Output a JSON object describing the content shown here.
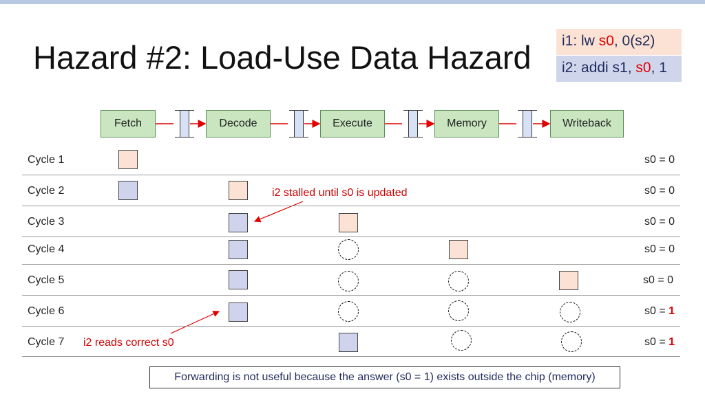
{
  "title": "Hazard #2: Load-Use Data Hazard",
  "instructions": {
    "i1": {
      "prefix": "i1: lw ",
      "reg": "s0",
      "suffix": ", 0(s2)"
    },
    "i2": {
      "prefix": "i2: addi s1, ",
      "reg": "s0",
      "suffix": ", 1"
    }
  },
  "stages": [
    "Fetch",
    "Decode",
    "Execute",
    "Memory",
    "Writeback"
  ],
  "cycles": [
    {
      "label": "Cycle 1",
      "s0_prefix": "s0 = ",
      "s0_value": "0"
    },
    {
      "label": "Cycle 2",
      "s0_prefix": "s0 = ",
      "s0_value": "0"
    },
    {
      "label": "Cycle 3",
      "s0_prefix": "s0 = ",
      "s0_value": "0"
    },
    {
      "label": "Cycle 4",
      "s0_prefix": "s0 = ",
      "s0_value": "0"
    },
    {
      "label": "Cycle 5",
      "s0_prefix": "s0 = ",
      "s0_value": "0"
    },
    {
      "label": "Cycle 6",
      "s0_prefix": "s0 = ",
      "s0_value": "1"
    },
    {
      "label": "Cycle 7",
      "s0_prefix": "s0 = ",
      "s0_value": "1"
    }
  ],
  "annotations": {
    "stall": "i2 stalled until s0 is updated",
    "reads": "i2 reads correct s0"
  },
  "footer": "Forwarding is not useful because the answer (s0 = 1) exists outside the chip (memory)",
  "colors": {
    "i1_box": "#fbe2d4",
    "i2_box": "#cfd4ec",
    "stage_fill": "#c9e6c0",
    "highlight_red": "#e00000"
  }
}
